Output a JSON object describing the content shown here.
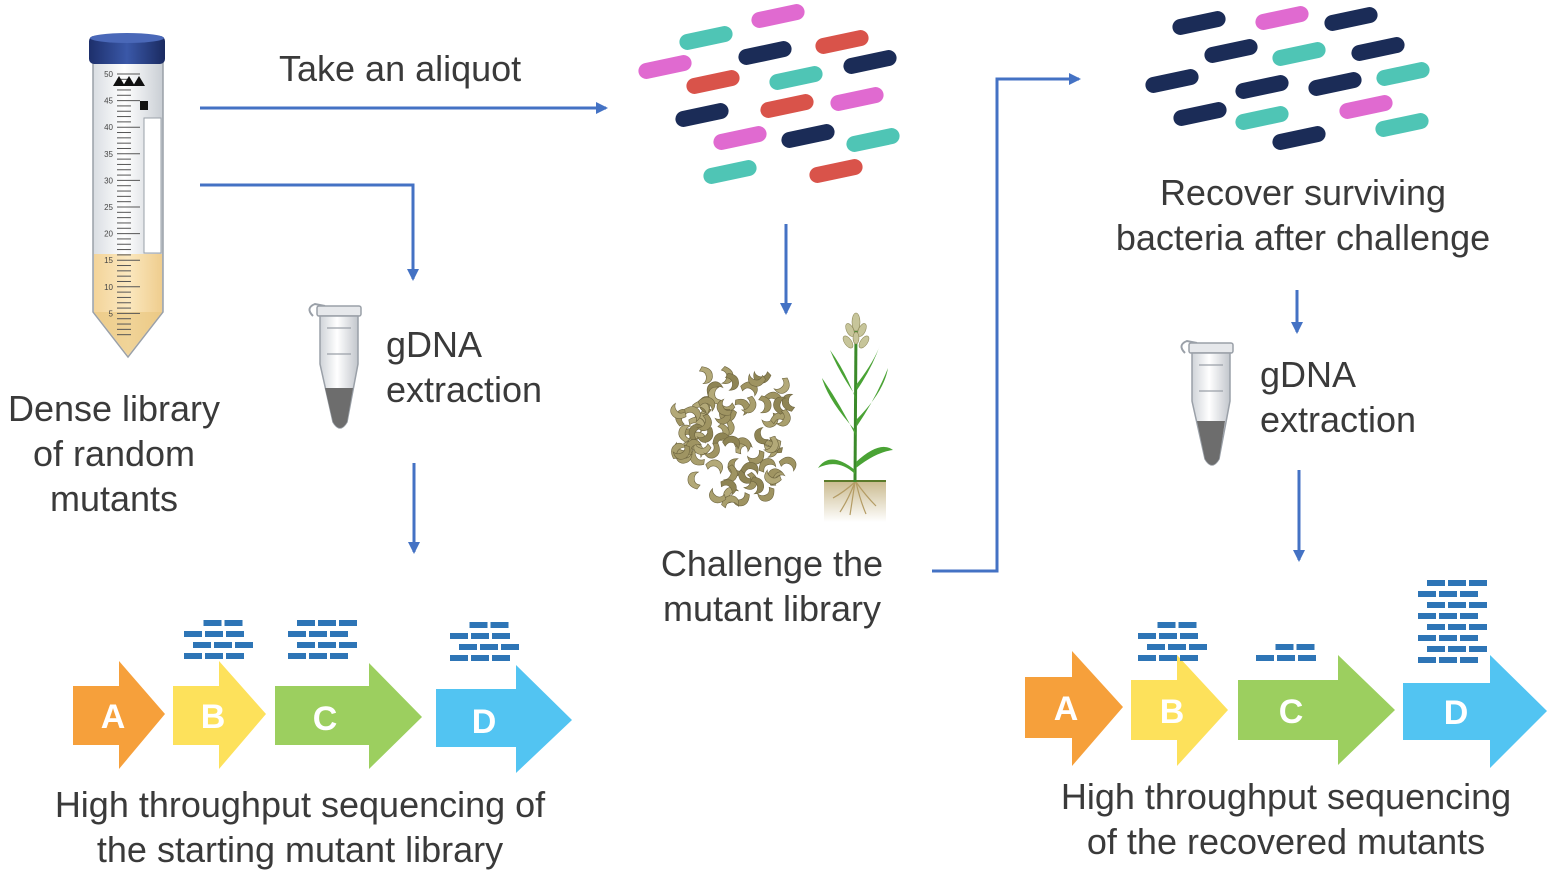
{
  "labels": {
    "dense_library": [
      "Dense library",
      "of random",
      "mutants"
    ],
    "take_aliquot": "Take an aliquot",
    "gdna_left": [
      "gDNA",
      "extraction"
    ],
    "challenge": [
      "Challenge the",
      "mutant library"
    ],
    "recover": [
      "Recover surviving",
      "bacteria after challenge"
    ],
    "gdna_right": [
      "gDNA",
      "extraction"
    ],
    "hts_left": [
      "High throughput sequencing of",
      "the starting mutant library"
    ],
    "hts_right": [
      "High throughput sequencing",
      "of the recovered mutants"
    ]
  },
  "tube": {
    "graduations": [
      "50",
      "45",
      "40",
      "35",
      "30",
      "25",
      "20",
      "15",
      "10",
      "5"
    ]
  },
  "genes": [
    "A",
    "B",
    "C",
    "D"
  ],
  "read_counts": {
    "starting_library": {
      "A": 0,
      "B": 11,
      "C": 12,
      "D": 11
    },
    "recovered_mutants": {
      "A": 0,
      "B": 11,
      "C": 5,
      "D": 24
    }
  },
  "colors": {
    "arrow": "#4472c4",
    "read": "#2e75b6",
    "gene_A": "#f6a03b",
    "gene_B": "#fde15b",
    "gene_C": "#9ccf5f",
    "gene_D": "#52c4f2",
    "bacteria_pink": "#e06ad0",
    "bacteria_navy": "#1b2c57",
    "bacteria_red": "#d9534a",
    "bacteria_teal": "#4fc5b5",
    "text": "#3a3a3a"
  },
  "icons": [
    "falcon-tube-icon",
    "microtube-icon",
    "bacteria-cluster-icon",
    "seeds-icon",
    "plant-icon"
  ]
}
